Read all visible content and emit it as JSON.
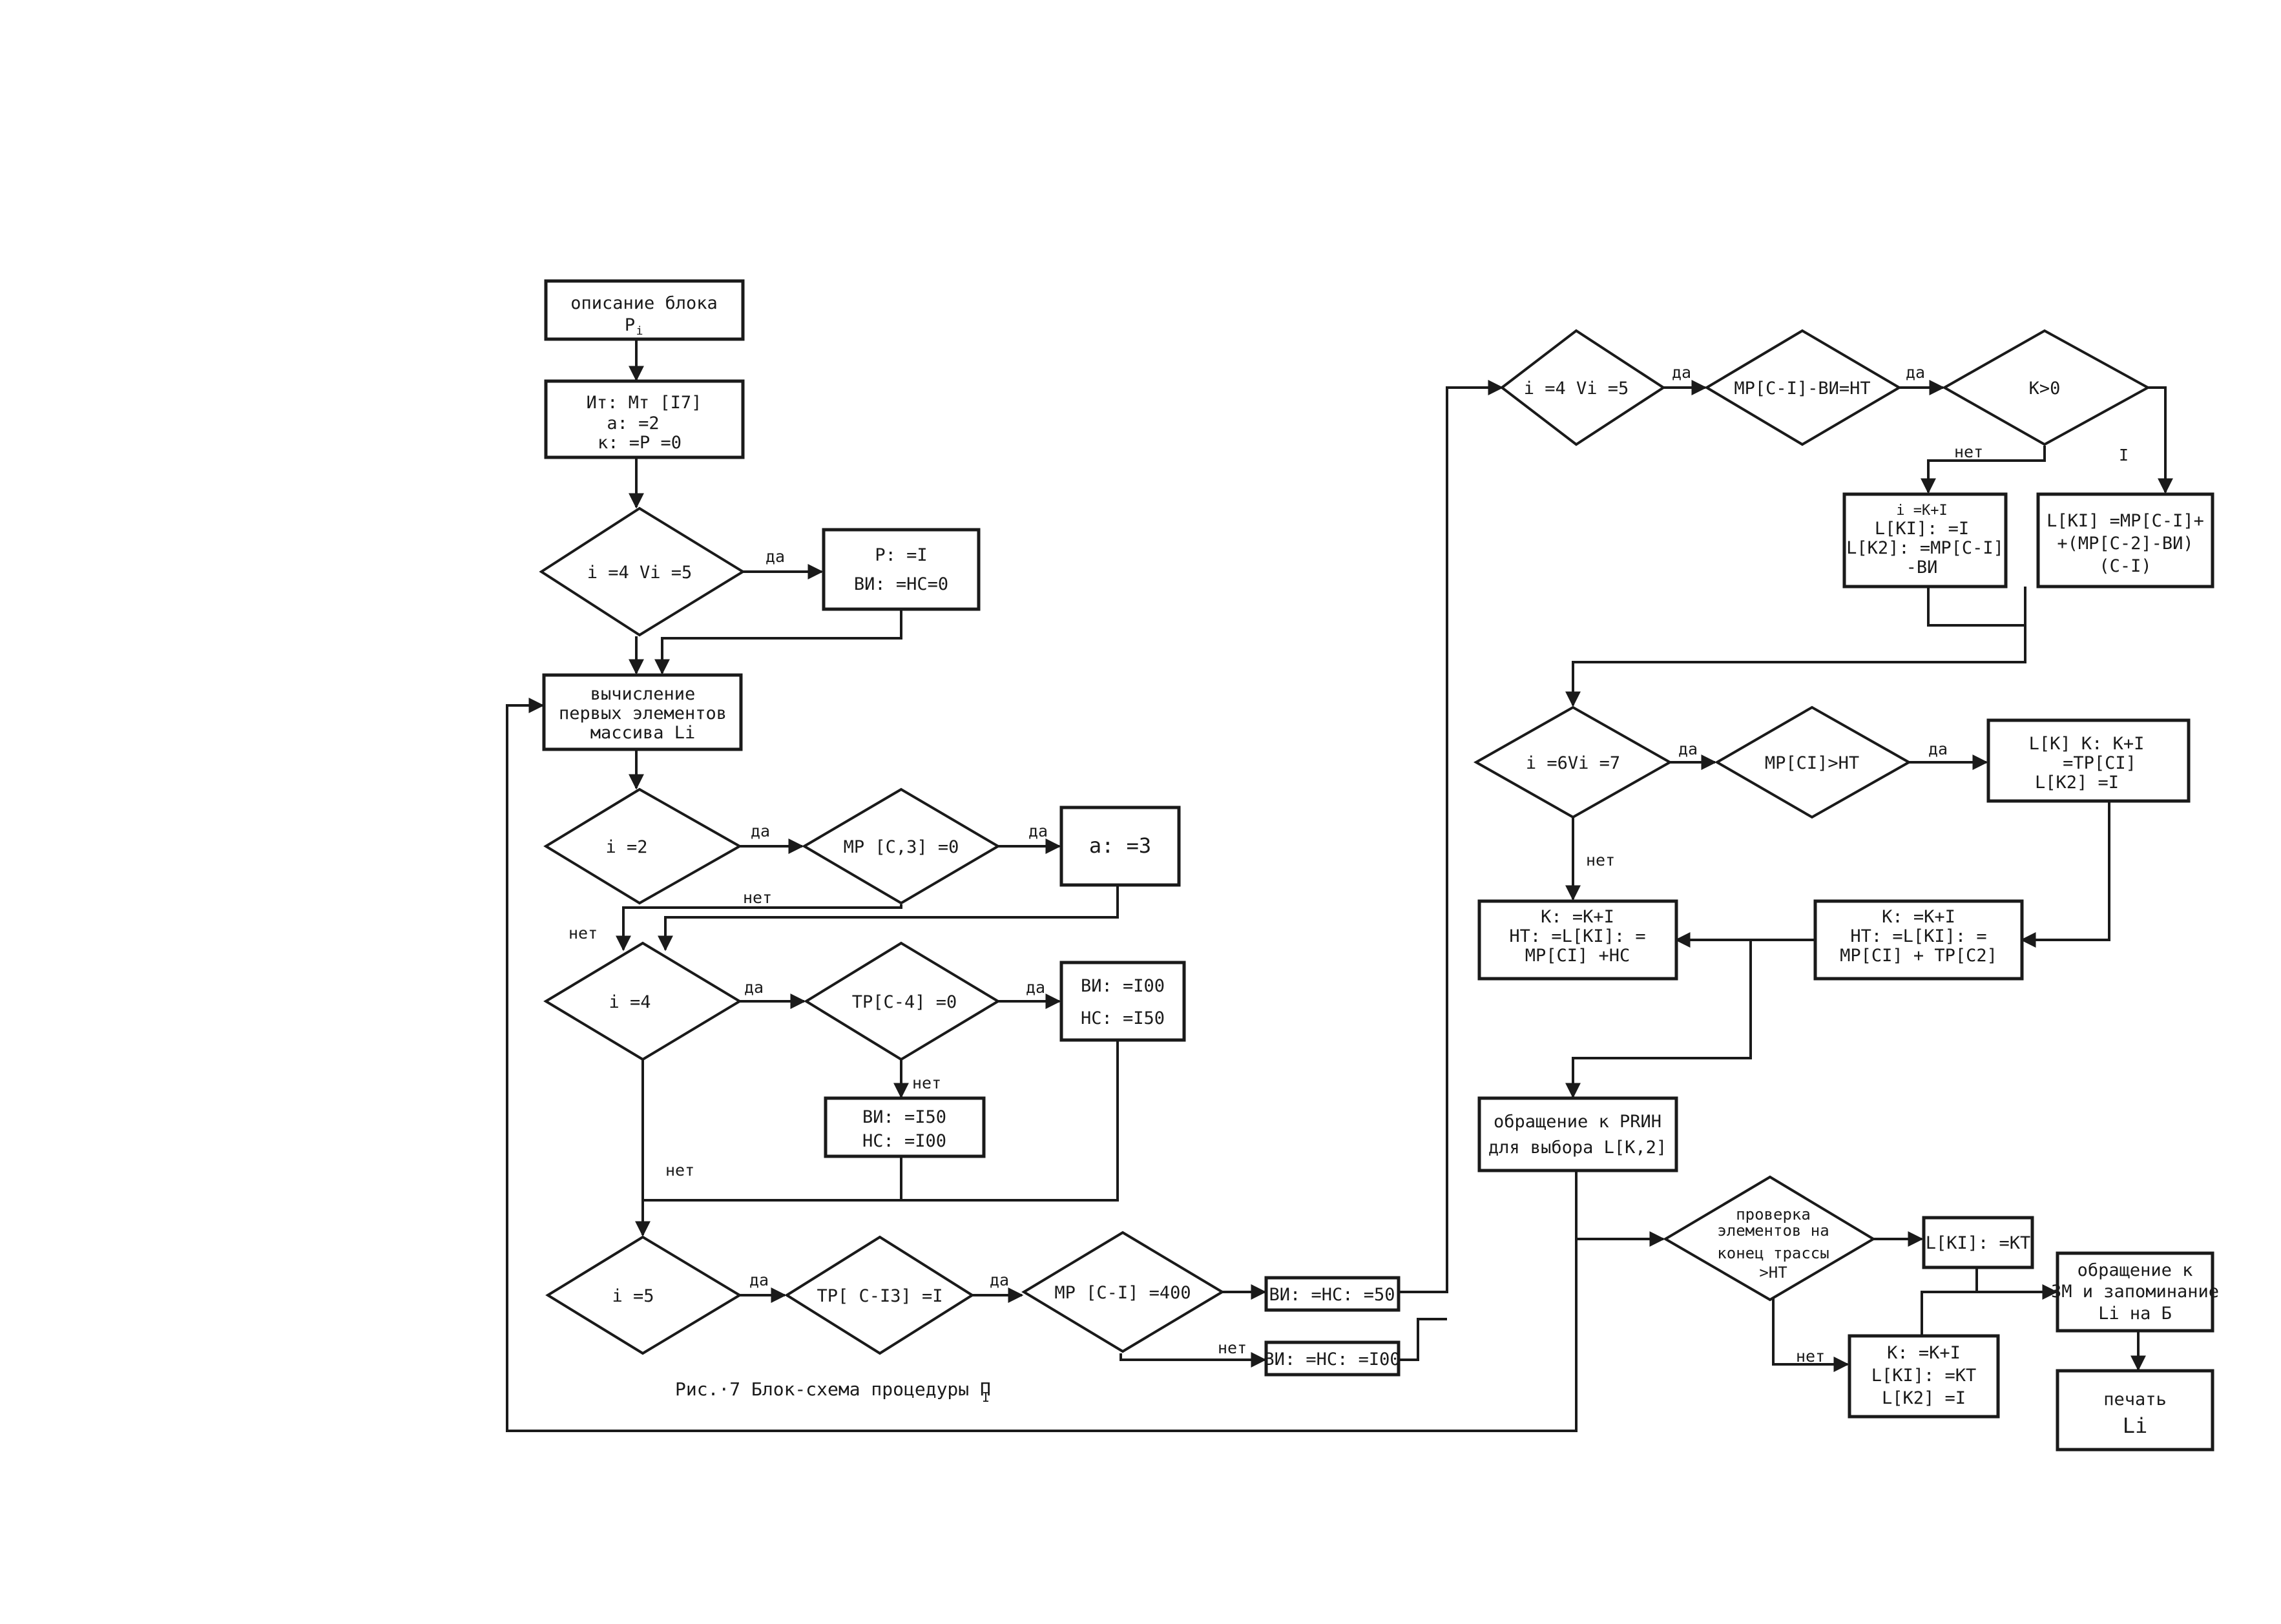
{
  "caption": "Рис.·7 Блок-схема процедуры П",
  "caption_sub": "I",
  "edge_labels": {
    "yes": "да",
    "no": "нет",
    "one": "I"
  },
  "nodes": {
    "block_desc": [
      "описание блока",
      "P",
      "i"
    ],
    "init": [
      "Ит: Мт [I7]",
      "a: =2",
      "к: =P =0"
    ],
    "d_i4_i5_left": [
      "i =4 Vi =5"
    ],
    "p_set": [
      "P: =I",
      "ВИ: =НС=0"
    ],
    "form_first": [
      "вычисление",
      "первых элементов",
      "массива Li"
    ],
    "d_i2": [
      "i =2"
    ],
    "d_mp_c3": [
      "МР [С,3] =0"
    ],
    "a_set": [
      "a: =3"
    ],
    "d_i4": [
      "i =4"
    ],
    "d_tp": [
      "ТР[С-4] =0"
    ],
    "vi_nc_100_150": [
      "ВИ: =I00",
      "НС: =I50"
    ],
    "vi_nc_150_100": [
      "ВИ: =I50",
      "НС: =I00"
    ],
    "d_i5": [
      "i =5"
    ],
    "d_tp_c13": [
      "ТР[ С-I3] =I"
    ],
    "d_mp_400": [
      "МР [С-I] =400"
    ],
    "vi_nc_50": [
      "ВИ: =НС: =50"
    ],
    "vi_nc_100": [
      "ВИ: =НС: =I00"
    ],
    "d_i4_i5_right": [
      "i =4 Vi =5"
    ],
    "d_mp_vi_nt": [
      "МР[С-I]-ВИ=НТ"
    ],
    "d_k0": [
      "К>0"
    ],
    "k_inc_box": [
      "i =К+I",
      "L[КI]: =I",
      "L[К2]: =МР[С-I]",
      "-ВИ"
    ],
    "l_formula_box": [
      "L[КI] =МР[С-I]+",
      "+(МР[С-2]-ВИ)",
      "(С-I)"
    ],
    "d_i6_i7": [
      "i =6Vi =7"
    ],
    "d_mp_ci_nt": [
      "МР[СI]>НТ"
    ],
    "l_k_top": [
      "L[К] К: К+I",
      "=ТР[СI]",
      "L[К2] =I"
    ],
    "k_nt_mid": [
      "К: =К+I",
      "НТ: =L[КI]: =",
      "МР[СI] + ТР[С2]"
    ],
    "k_nt_left": [
      "К: =К+I",
      "НТ: =L[КI]: =",
      "МР[СI] +НС"
    ],
    "prim_call": [
      "обращение к PRИН",
      "для выбора L[К,2]"
    ],
    "d_check_end": [
      "проверка",
      "элементов на",
      "конец трассы",
      ">НТ"
    ],
    "l_ki_kt": [
      "L[КI]: =КТ"
    ],
    "k_inc_bottom": [
      "К: =К+I",
      "L[КI]: =КТ",
      "L[К2] =I"
    ],
    "call_store": [
      "обращение к",
      "ЗМ и запоминание",
      "Li на Б"
    ],
    "print_li": [
      "печать",
      "Li"
    ]
  }
}
